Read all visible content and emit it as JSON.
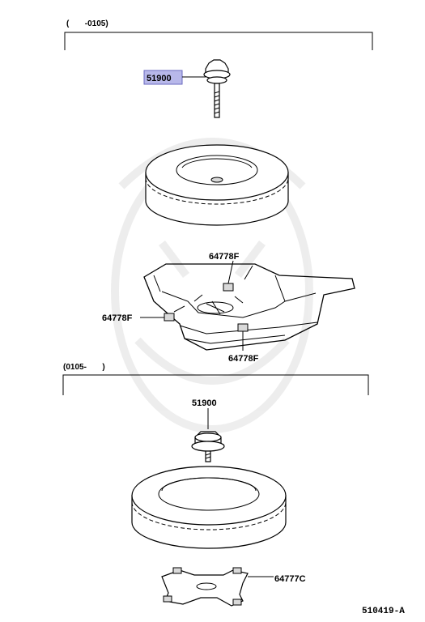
{
  "group_top": {
    "range_label": "(       -0105)"
  },
  "group_bottom": {
    "range_label": "(0105-       )"
  },
  "parts": {
    "bolt_top": "51900",
    "bolt_bottom": "51900",
    "pad_top": "64778F",
    "pad_left": "64778F",
    "pad_bottom": "64778F",
    "plate_bottom": "64777C"
  },
  "highlight_color": "#b8b8ea",
  "reference_number": "510419-A"
}
